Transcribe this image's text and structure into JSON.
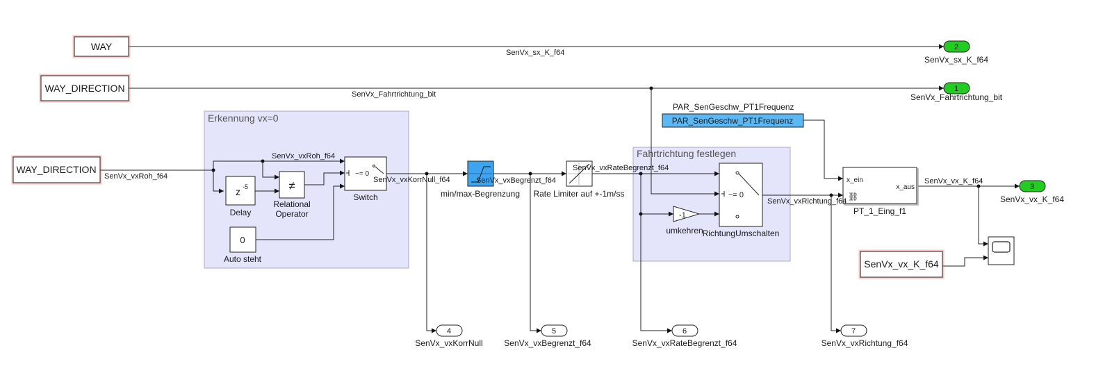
{
  "goto_blocks": {
    "way": "WAY",
    "way_direction_top": "WAY_DIRECTION",
    "way_direction_left": "WAY_DIRECTION",
    "scope_source": "SenVx_vx_K_f64"
  },
  "areas": {
    "erkennung": "Erkennung vx=0",
    "fahrtrichtung": "Fahrtrichtung festlegen"
  },
  "blocks": {
    "delay_content": "z",
    "delay_exp": "-5",
    "delay_label": "Delay",
    "relop_symbol": "≠",
    "relop_label_1": "Relational",
    "relop_label_2": "Operator",
    "switch_content": "~= 0",
    "switch_label": "Switch",
    "const_value": "0",
    "const_label": "Auto steht",
    "sat_label": "min/max-Begrenzung",
    "rate_label": "Rate Limiter auf +-1m/ss",
    "gain_value": "-1",
    "gain_label": "umkehren",
    "richtung_content": "~= 0",
    "richtung_label": "RichtungUmschalten",
    "param_title": "PAR_SenGeschw_PT1Frequenz",
    "param_value": "PAR_SenGeschw_PT1Frequenz",
    "pt1_in": "x_ein",
    "pt1_out": "x_aus",
    "pt1_label": "PT_1_Eing_f1"
  },
  "signals": {
    "sx": "SenVx_sx_K_f64",
    "fahrtrichtung": "SenVx_Fahrtrichtung_bit",
    "vxroh_in": "SenVx_vxRoh_f64",
    "vxroh_top": "SenVx_vxRoh_f64",
    "korrnull": "SenVx_vxKorrNull_f64",
    "begrenzt": "SenVx_vxBegrenzt_f64",
    "ratebegrenzt": "SenVx_vxRateBegrenzt_f64",
    "richtung": "SenVx_vxRichtung_f64",
    "vxk": "SenVx_vx_K_f64"
  },
  "outports": [
    {
      "num": "2",
      "label": "SenVx_sx_K_f64"
    },
    {
      "num": "1",
      "label": "SenVx_Fahrtrichtung_bit"
    },
    {
      "num": "3",
      "label": "SenVx_vx_K_f64"
    },
    {
      "num": "4",
      "label": "SenVx_vxKorrNull"
    },
    {
      "num": "5",
      "label": "SenVx_vxBegrenzt_f64"
    },
    {
      "num": "6",
      "label": "SenVx_vxRateBegrenzt_f64"
    },
    {
      "num": "7",
      "label": "SenVx_vxRichtung_f64"
    }
  ],
  "colors": {
    "green_port": "#22cc22",
    "area_fill": "#e4e4fb",
    "param_fill": "#5bb8f5",
    "saturation_fill": "#3da5f0",
    "goto_glow": "#ff5a5a"
  }
}
